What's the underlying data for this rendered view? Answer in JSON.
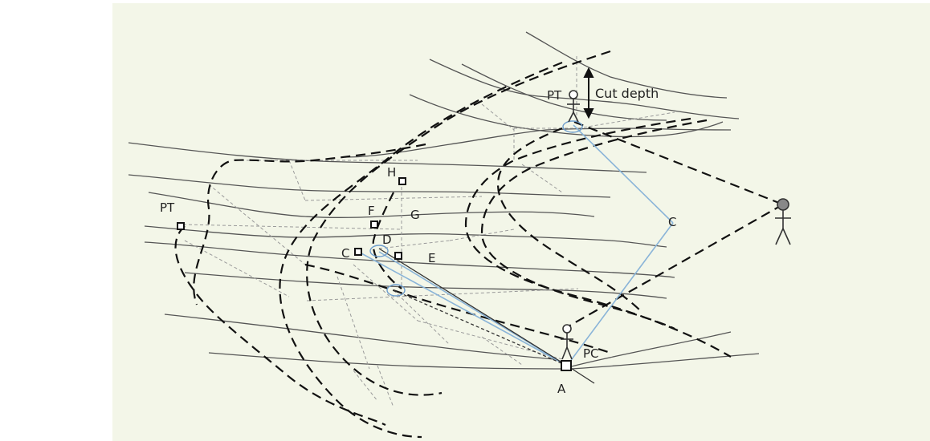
{
  "diagram": {
    "background": "#f3f6e8",
    "contour_color": "#555555",
    "dashed_color": "#111111",
    "guide_color": "#9a9a9a",
    "survey_line_color": "#8ab4d8",
    "labels": {
      "pt_left": "PT",
      "pt_top": "PT",
      "pc": "PC",
      "a": "A",
      "c": "C",
      "d": "D",
      "e": "E",
      "f": "F",
      "g": "G",
      "h": "H",
      "center": "C",
      "cut_depth": "Cut depth"
    }
  }
}
